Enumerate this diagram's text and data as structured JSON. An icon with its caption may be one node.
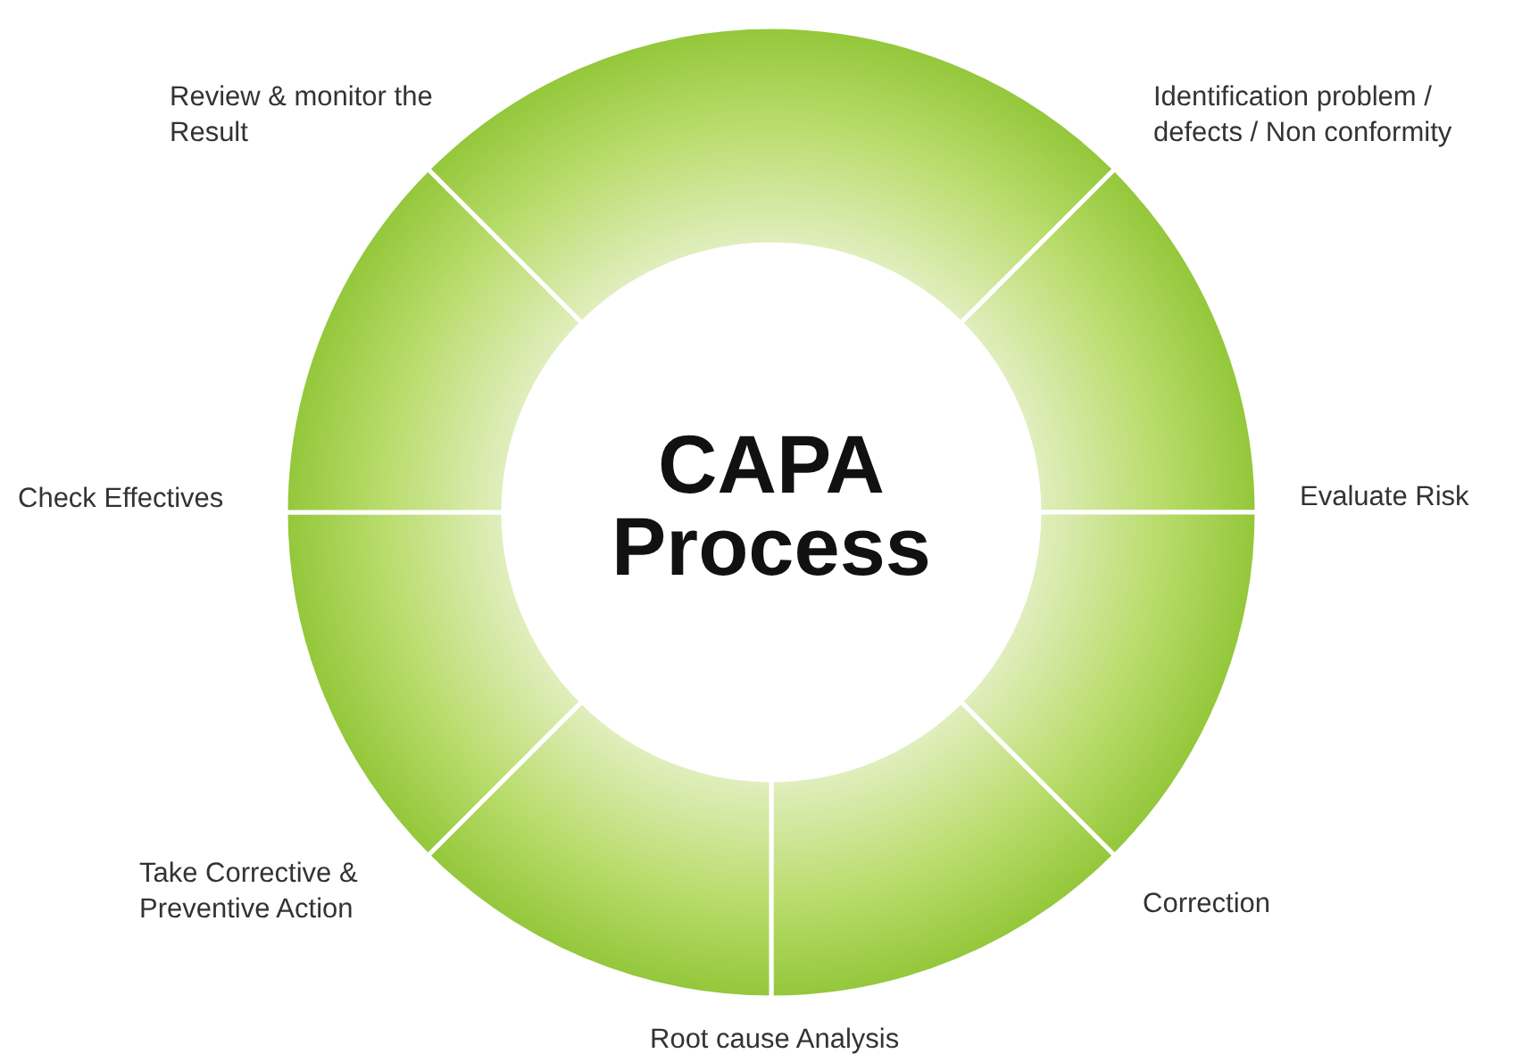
{
  "diagram": {
    "nodes": [
      {
        "text": [
          "CAPA Process"
        ]
      },
      {
        "text": [
          "Identification problem / defects / Non conformity"
        ]
      },
      {
        "text": [
          "Evaluate Risk"
        ]
      },
      {
        "text": [
          "Correction"
        ]
      },
      {
        "text": [
          "Root cause Analysis"
        ]
      },
      {
        "text": [
          "Take Corrective & Preventive Action"
        ]
      },
      {
        "text": [
          "Check Effectives"
        ]
      },
      {
        "text": [
          "Review & monitor the Result"
        ]
      }
    ]
  }
}
